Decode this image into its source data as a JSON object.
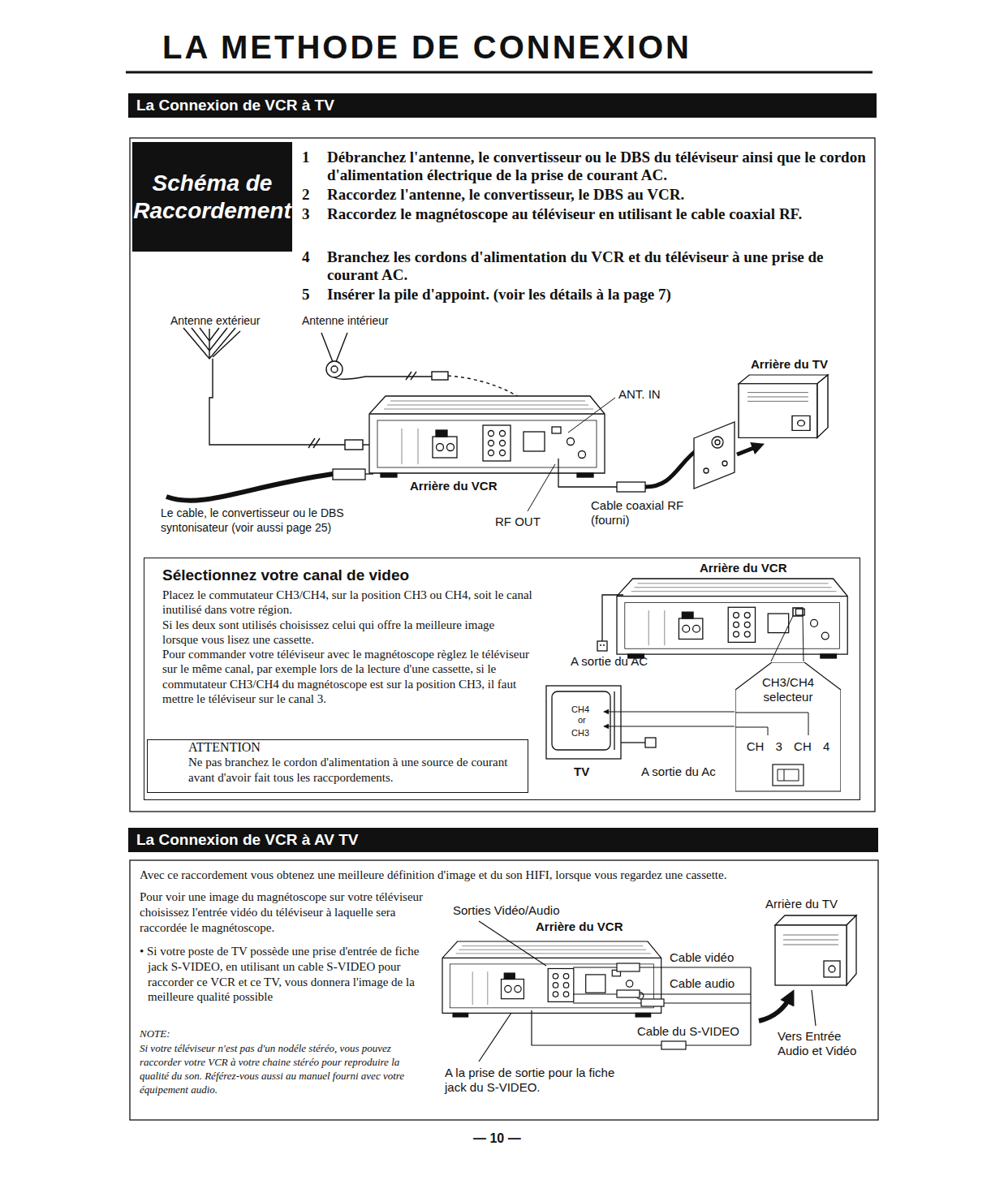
{
  "diagram": {
    "title": "LA METHODE DE CONNEXION",
    "nodes": [
      {
        "text": [
          "La Connexion de VCR à TV"
        ]
      },
      {
        "text": [
          "Schéma de Raccordement"
        ]
      },
      {
        "text": [
          "Sélectionnez votre canal de video",
          "Placez le commutateur CH3/CH4, sur la position CH3 ou CH4, soit le canal inutilisé dans votre région.",
          "Si les deux sont utilisés choisissez celui qui offre la meilleure image lorsque vous lisez une cassette.",
          "Pour commander votre téléviseur avec le magnétoscope règlez le téléviseur sur le même canal, par exemple lors de la lecture d'une cassette, si le commutateur CH3/CH4 du magnétoscope est sur la position CH3, il faut mettre le téléviseur sur le canal 3."
        ]
      },
      {
        "text": [
          "ATTENTION",
          "Ne pas branchez le cordon d'alimentation à une source de courant avant d'avoir fait tous les raccpordements."
        ],
        "in": 2
      },
      {
        "text": [
          "CH3/CH4 selecteur",
          "CH 3 CH 4"
        ],
        "in": 2
      },
      {
        "text": [
          "La Connexion de VCR à AV TV"
        ]
      }
    ],
    "labels": [
      "1",
      "Débranchez l'antenne, le convertisseur ou le DBS du téléviseur ainsi que le cordon d'alimentation électrique de la prise de courant AC.",
      "2",
      "Raccordez l'antenne, le convertisseur, le DBS au VCR.",
      "3",
      "Raccordez le magnétoscope au téléviseur en utilisant le cable coaxial RF.",
      "4",
      "Branchez les cordons d'alimentation du VCR et du téléviseur à une prise de courant AC.",
      "5",
      "Insérer la pile d'appoint. (voir les détails à la page 7)",
      "Antenne extérieur",
      "Antenne intérieur",
      "Arrière du TV",
      "ANT. IN",
      "Arrière du VCR",
      "Le cable, le convertisseur ou le DBS syntonisateur (voir aussi page 25)",
      "RF OUT",
      "Cable coaxial RF (fourni)",
      "Arrière du VCR",
      "A sortie du AC",
      "CH4",
      "or",
      "CH3",
      "TV",
      "A sortie du Ac",
      "Avec ce raccordement vous obtenez une meilleure définition d'image et du son HIFI, lorsque vous regardez une cassette.",
      "Pour voir une image du magnétoscope sur votre téléviseur choisissez l'entrée vidéo du téléviseur à laquelle sera raccordée le magnétoscope.",
      "• Si votre poste de TV possède une prise d'entrée de fiche jack S-VIDEO, en utilisant un cable S-VIDEO pour raccorder ce VCR et ce TV, vous donnera l'image de la meilleure qualité possible",
      "NOTE:",
      "Si votre téléviseur n'est pas d'un nodéle stéréo, vous pouvez raccorder votre VCR à votre chaine stéréo pour reproduire la qualité du son. Référez-vous aussi au manuel fourni avec votre équipement audio.",
      "Sorties Vidéo/Audio",
      "Arrière du VCR",
      "Arrière du TV",
      "Cable vidéo",
      "Cable audio",
      "Cable du S-VIDEO",
      "Vers Entrée Audio et Vidéo",
      "A la prise de sortie pour la fiche jack du S-VIDEO.",
      "— 10 —"
    ]
  }
}
